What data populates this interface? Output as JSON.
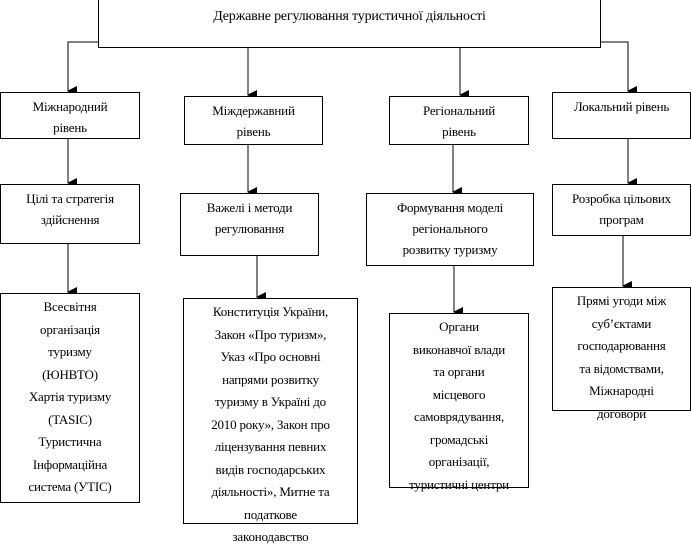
{
  "root": {
    "label": "Державне регулювання туристичної діяльності"
  },
  "columns": [
    {
      "level": "Міжнародний\nрівень",
      "focus": "Цілі та стратегія\nздійснення",
      "instruments": "Всесвітня\nорганізація\nтуризму\n(ЮНВТО)\nХартія туризму\n(TASIC)\nТуристична\nІнформаційна\nсистема (УТІС)"
    },
    {
      "level": "Міждержавний\nрівень",
      "focus": "Важелі і методи\nрегулювання",
      "instruments": "Конституція України,\nЗакон «Про туризм»,\nУказ «Про основні\nнапрями розвитку\nтуризму в Україні до\n2010 року», Закон про\nліцензування певних\nвидів господарських\nдіяльності», Митне та\nподаткове\nзаконодавство"
    },
    {
      "level": "Регіональний\nрівень",
      "focus": "Формування моделі\nрегіонального\nрозвитку туризму",
      "instruments": "Органи\nвиконавчої влади\nта органи\nмісцевого\nсамоврядування,\nгромадські\nорганізації,\nтуристичні центри"
    },
    {
      "level": "Локальний  рівень",
      "focus": "Розробка цільових\nпрограм",
      "instruments": "Прямі угоди між\nсуб’єктами\nгосподарювання\nта відомствами,\nМіжнародні\nдоговори"
    }
  ]
}
